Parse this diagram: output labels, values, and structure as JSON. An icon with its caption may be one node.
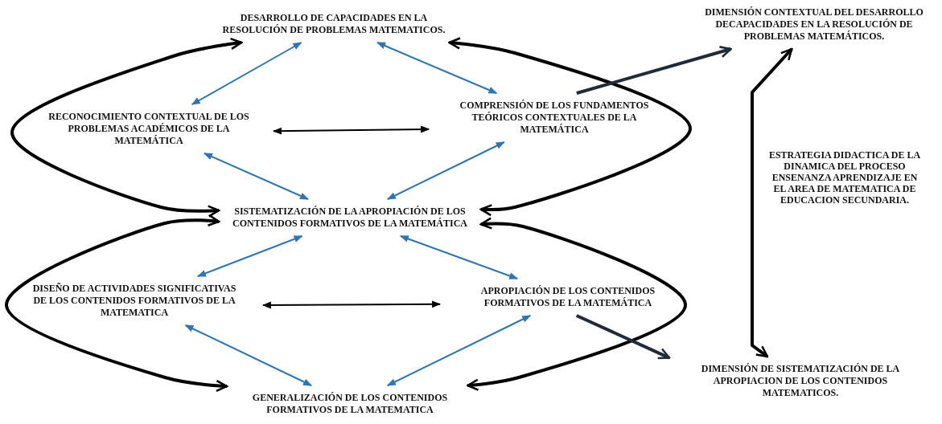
{
  "diagram": {
    "nodes": [
      {
        "text": [
          "DESARROLLO DE CAPACIDADES EN LA RESOLUCIÓN DE PROBLEMAS MATEMATICOS."
        ]
      },
      {
        "text": [
          "RECONOCIMIENTO CONTEXTUAL DE LOS PROBLEMAS ACADÉMICOS DE LA MATEMÁTICA"
        ]
      },
      {
        "text": [
          "COMPRENSIÓN DE LOS FUNDAMENTOS TEÓRICOS CONTEXTUALES DE LA MATEMÁTICA"
        ]
      },
      {
        "text": [
          "SISTEMATIZACIÓN DE LA APROPIACIÓN DE LOS CONTENIDOS FORMATIVOS DE LA MATEMÁTICA"
        ]
      },
      {
        "text": [
          "DISEÑO DE ACTIVIDADES SIGNIFICATIVAS DE LOS CONTENIDOS FORMATIVOS DE LA MATEMATICA"
        ]
      },
      {
        "text": [
          "APROPIACIÓN DE LOS CONTENIDOS FORMATIVOS DE LA MATEMÁTICA"
        ]
      },
      {
        "text": [
          "GENERALIZACIÓN DE LOS CONTENIDOS FORMATIVOS DE LA MATEMATICA"
        ]
      },
      {
        "text": [
          "DIMENSIÓN CONTEXTUAL DEL DESARROLLO DECAPACIDADES EN LA RESOLUCIÓN DE PROBLEMAS MATEMÁTICOS."
        ]
      },
      {
        "text": [
          "DIMENSIÓN DE SISTEMATIZACIÓN DE LA APROPIACION DE LOS CONTENIDOS MATEMATICOS."
        ]
      }
    ],
    "edges": [
      {
        "from": 0,
        "to": 3,
        "arrow": "both",
        "style": "thick",
        "color": "#000000"
      },
      {
        "from": 0,
        "to": 3,
        "arrow": "both",
        "style": "thick",
        "color": "#000000"
      },
      {
        "from": 3,
        "to": 6,
        "arrow": "both",
        "style": "thick",
        "color": "#000000"
      },
      {
        "from": 3,
        "to": 6,
        "arrow": "both",
        "style": "thick",
        "color": "#000000"
      },
      {
        "from": 0,
        "to": 1,
        "arrow": "both"
      },
      {
        "from": 1,
        "to": 3,
        "arrow": "both"
      },
      {
        "from": 0,
        "to": 2,
        "arrow": "both"
      },
      {
        "from": 2,
        "to": 3,
        "arrow": "both"
      },
      {
        "from": 3,
        "to": 4,
        "arrow": "both"
      },
      {
        "from": 4,
        "to": 6,
        "arrow": "both"
      },
      {
        "from": 3,
        "to": 5,
        "arrow": "both"
      },
      {
        "from": 5,
        "to": 6,
        "arrow": "both"
      },
      {
        "from": 1,
        "to": 2,
        "arrow": "both",
        "color": "#000000"
      },
      {
        "from": 4,
        "to": 5,
        "arrow": "both",
        "color": "#000000"
      },
      {
        "from": 2,
        "to": 7,
        "arrow": "to",
        "style": "thick",
        "color": "#1f2a3a"
      },
      {
        "from": 5,
        "to": 8,
        "arrow": "to",
        "style": "thick",
        "color": "#1f2a3a"
      },
      {
        "from": 7,
        "to": 8,
        "arrow": "both",
        "style": "thick",
        "color": "#000000"
      }
    ],
    "labels": [
      "ESTRATEGIA DIDACTICA DE LA DINAMICA DEL PROCESO ENSENANZA APRENDIZAJE EN EL AREA DE MATEMATICA DE EDUCACION SECUNDARIA."
    ]
  }
}
